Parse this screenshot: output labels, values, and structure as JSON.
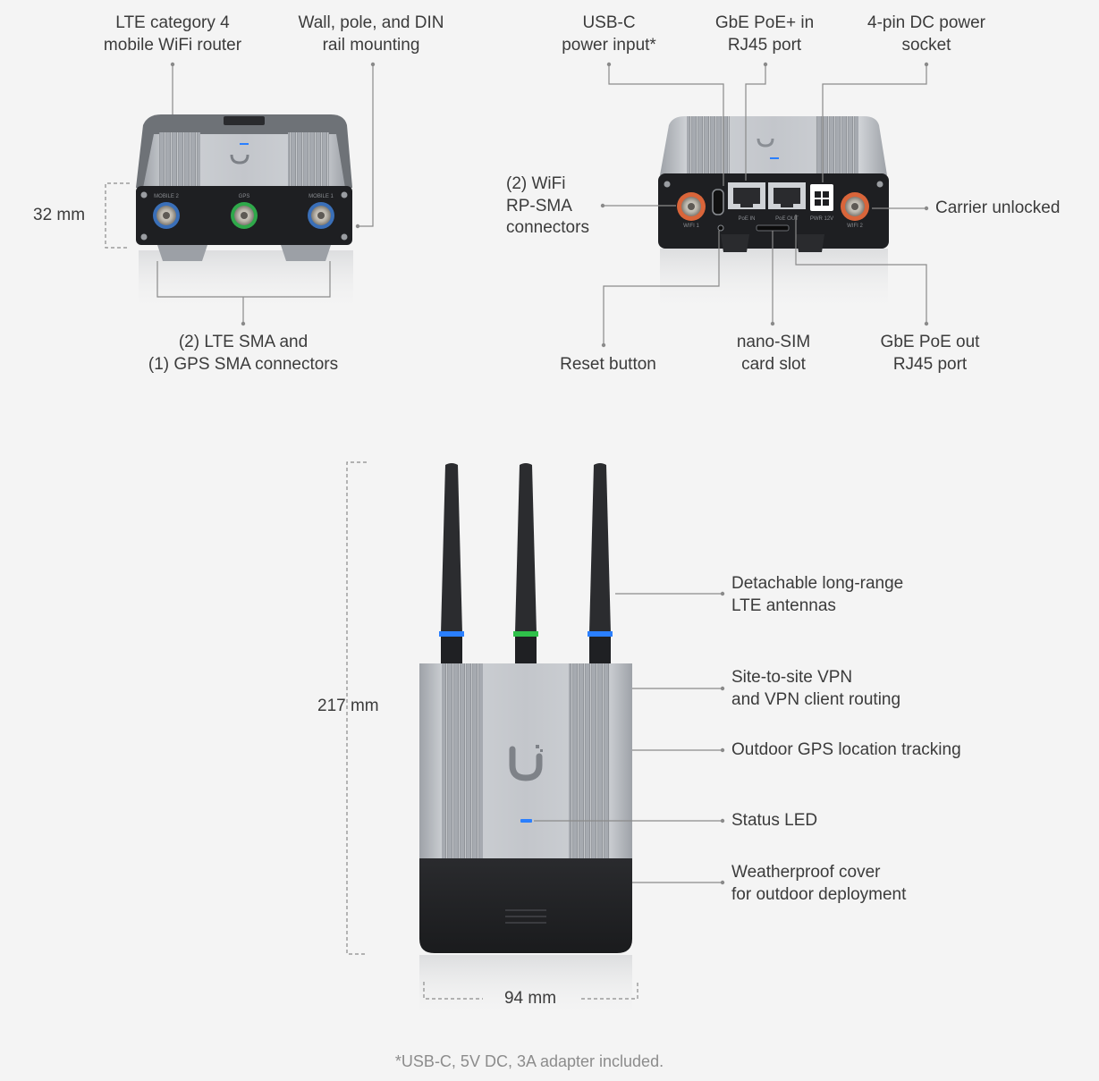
{
  "top_left_view": {
    "callouts": {
      "lte_router": "LTE category 4\nmobile WiFi router",
      "mounting": "Wall, pole, and DIN\nrail mounting",
      "height": "32 mm",
      "sma_connectors": "(2) LTE SMA and\n(1) GPS SMA connectors"
    },
    "port_labels": [
      "MOBILE 2",
      "GPS",
      "MOBILE 1"
    ]
  },
  "top_right_view": {
    "callouts": {
      "usb_c": "USB-C\npower input*",
      "poe_in": "GbE PoE+ in\nRJ45 port",
      "dc_socket": "4-pin DC power\nsocket",
      "wifi_connectors": "(2) WiFi\nRP-SMA\nconnectors",
      "carrier": "Carrier unlocked",
      "reset": "Reset button",
      "sim": "nano-SIM\ncard slot",
      "poe_out": "GbE PoE out\nRJ45 port"
    },
    "port_labels": [
      "WIFI 1",
      "PoE IN",
      "PoE OUT",
      "PWR 12V",
      "WIFI 2"
    ]
  },
  "bottom_view": {
    "callouts": {
      "height": "217 mm",
      "width": "94 mm",
      "antennas": "Detachable long-range\nLTE antennas",
      "vpn": "Site-to-site VPN\nand VPN client routing",
      "gps": "Outdoor GPS location tracking",
      "led": "Status LED",
      "cover": "Weatherproof cover\nfor outdoor deployment"
    }
  },
  "footnote": "*USB-C, 5V DC, 3A adapter included.",
  "colors": {
    "background": "#f4f4f4",
    "text": "#3b3b3b",
    "leader_line": "#8a8a8a",
    "led_blue": "#2a7fff",
    "ring_blue": "#3a6fb8",
    "ring_green": "#2fa84a",
    "ring_orange": "#d9653a",
    "body_silver": "#b8bbc0",
    "panel_dark": "#1e1f22"
  }
}
